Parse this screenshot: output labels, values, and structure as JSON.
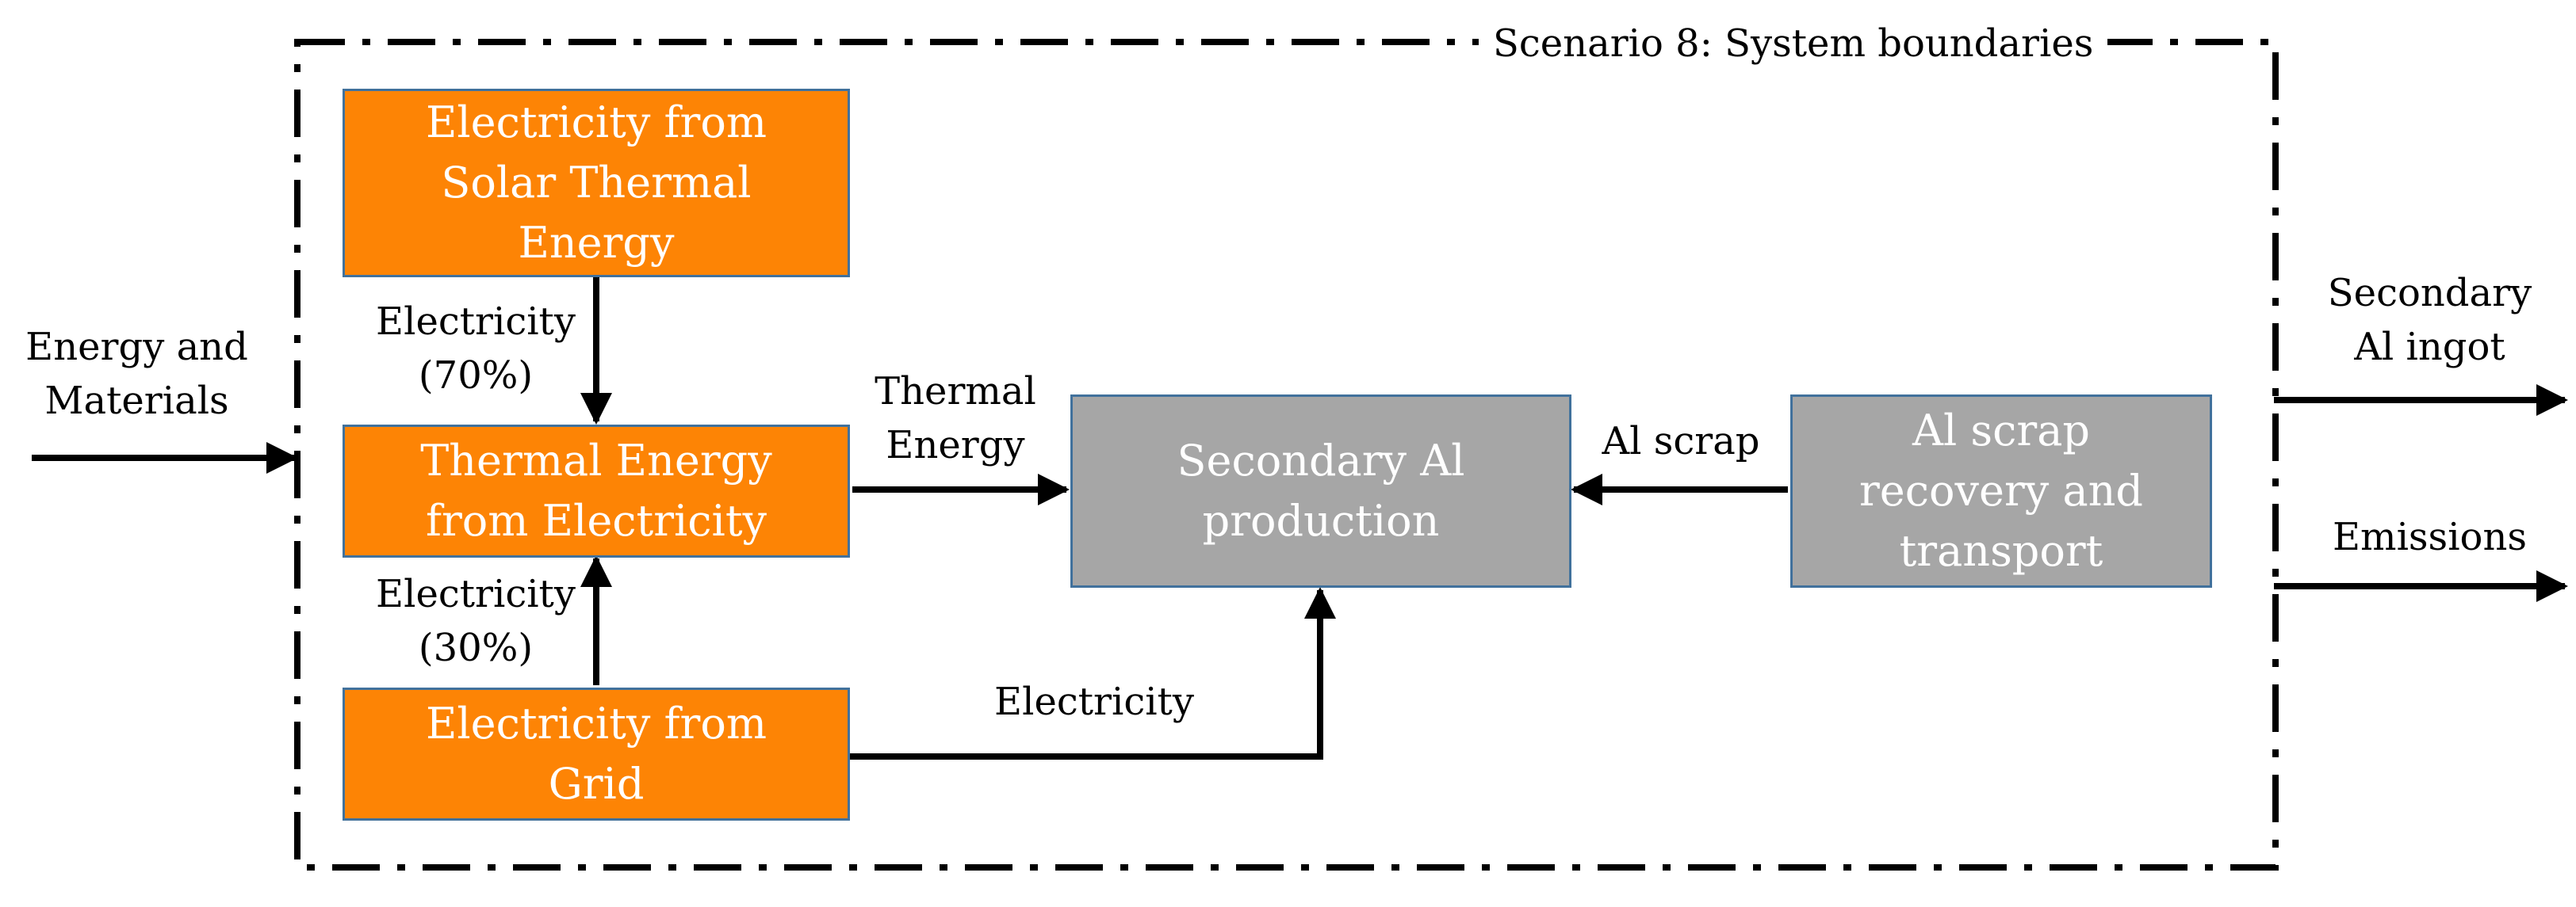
{
  "boundary": {
    "title": "Scenario 8: System boundaries"
  },
  "boxes": {
    "solar": "Electricity from\nSolar Thermal\nEnergy",
    "thermal": "Thermal Energy\nfrom Electricity",
    "grid": "Electricity from\nGrid",
    "secondary": "Secondary Al\nproduction",
    "scrap": "Al scrap\nrecovery and\ntransport"
  },
  "labels": {
    "inputs": "Energy and\nMaterials",
    "elec_70": "Electricity\n(70%)",
    "elec_30": "Electricity\n(30%)",
    "thermal_energy": "Thermal\nEnergy",
    "al_scrap": "Al scrap",
    "electricity": "Electricity",
    "ingot": "Secondary\nAl ingot",
    "emissions": "Emissions"
  },
  "colors": {
    "process_orange": "#fd8405",
    "process_gray": "#a6a6a6",
    "box_border": "#41719c"
  }
}
